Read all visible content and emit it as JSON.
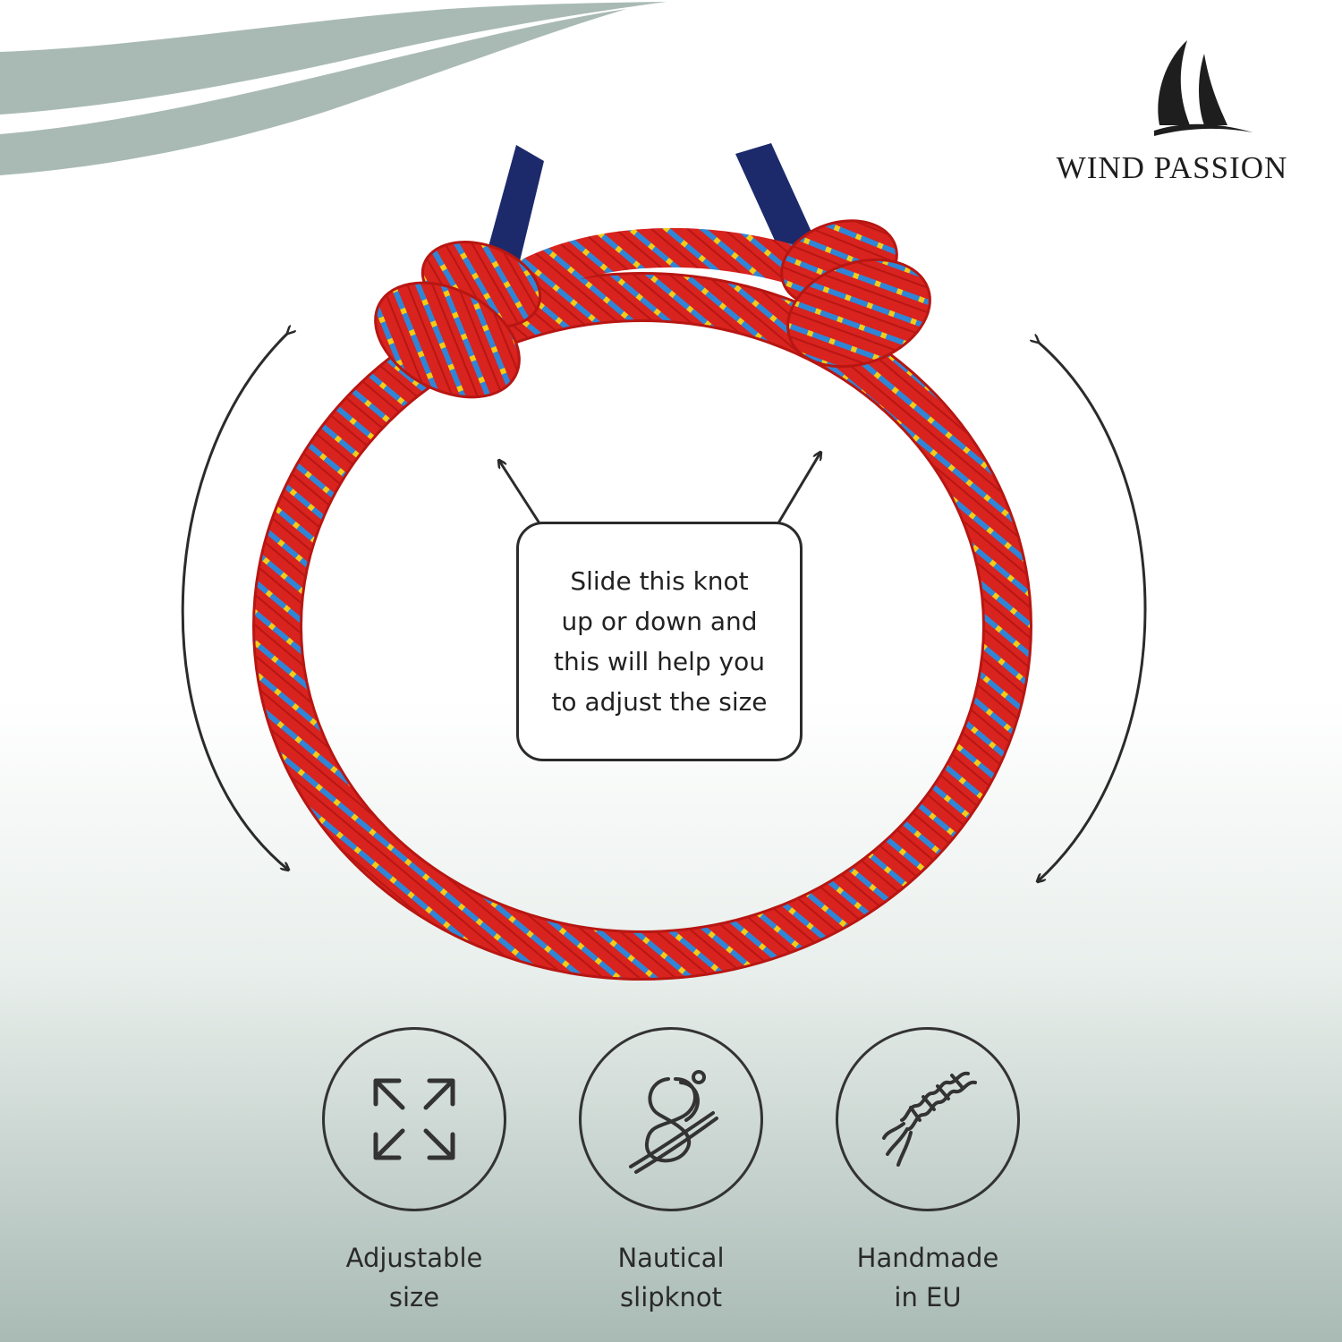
{
  "brand": {
    "name": "WIND PASSION"
  },
  "callout": {
    "text": "Slide this knot\nup or down and\nthis will help you\nto adjust the size"
  },
  "features": [
    {
      "icon": "expand-arrows-icon",
      "label": "Adjustable\nsize"
    },
    {
      "icon": "figure-eight-knot-icon",
      "label": "Nautical\nslipknot"
    },
    {
      "icon": "twisted-rope-icon",
      "label": "Handmade\nin EU"
    }
  ],
  "colors": {
    "rope_red": "#d8231f",
    "rope_blue": "#2f86d6",
    "rope_yellow": "#f3cb19",
    "cord_navy": "#1c2a6b",
    "wave": "#a9bab4",
    "ink": "#2b2b2b"
  }
}
